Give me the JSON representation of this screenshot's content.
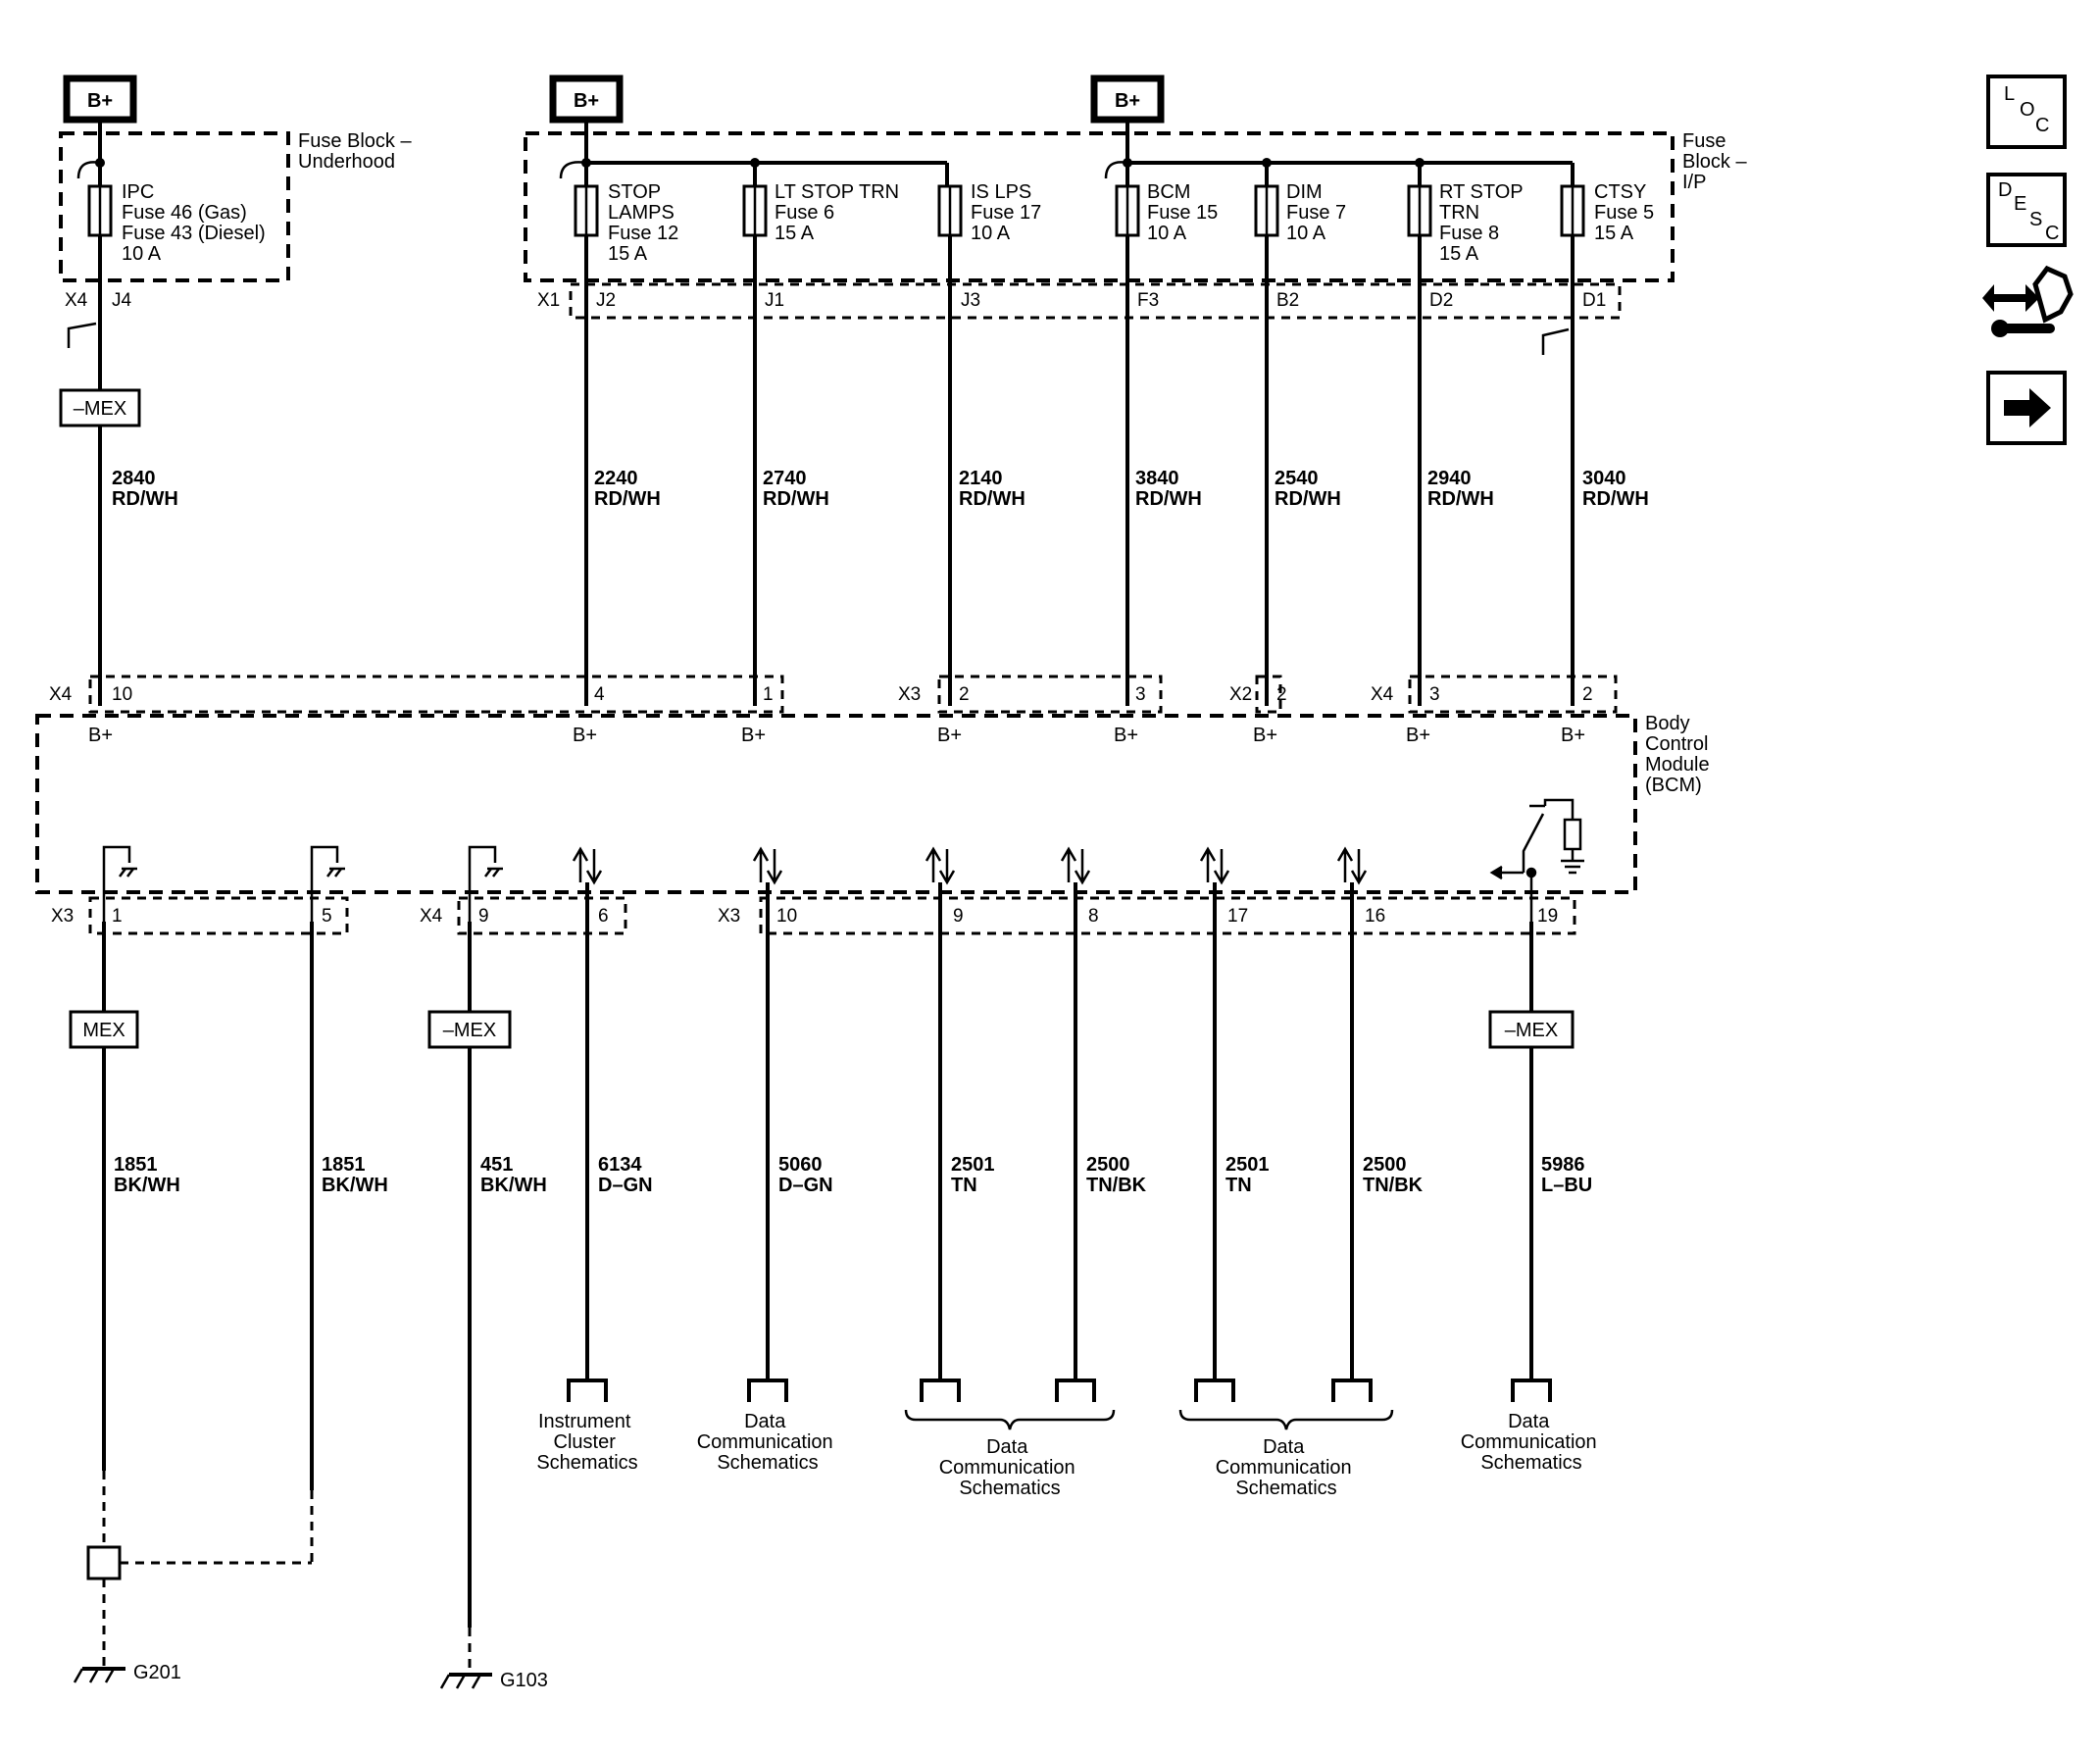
{
  "power_labels": {
    "bplus": "B+"
  },
  "fuse_blocks": {
    "underhood": [
      "Fuse Block –",
      "Underhood"
    ],
    "ip": [
      "Fuse",
      "Block –",
      "I/P"
    ]
  },
  "fuses": [
    {
      "id": "ipc",
      "lines": [
        "IPC",
        "Fuse 46 (Gas)",
        "Fuse 43 (Diesel)",
        "10 A"
      ],
      "conn": "X4",
      "pin": "J4",
      "circuit": "2840",
      "color": "RD/WH",
      "bcm_conn": "X4",
      "bcm_pin": "10"
    },
    {
      "id": "stop",
      "lines": [
        "STOP",
        "LAMPS",
        "Fuse 12",
        "15 A"
      ],
      "conn": "X1",
      "pin": "J2",
      "circuit": "2240",
      "color": "RD/WH",
      "bcm_pin": "4"
    },
    {
      "id": "ltstop",
      "lines": [
        "LT STOP TRN",
        "Fuse 6",
        "15 A"
      ],
      "pin": "J1",
      "circuit": "2740",
      "color": "RD/WH",
      "bcm_pin": "1"
    },
    {
      "id": "islps",
      "lines": [
        "IS LPS",
        "Fuse 17",
        "10 A"
      ],
      "pin": "J3",
      "circuit": "2140",
      "color": "RD/WH",
      "bcm_conn": "X3",
      "bcm_pin": "2"
    },
    {
      "id": "bcm",
      "lines": [
        "BCM",
        "Fuse 15",
        "10 A"
      ],
      "pin": "F3",
      "circuit": "3840",
      "color": "RD/WH",
      "bcm_pin": "3"
    },
    {
      "id": "dim",
      "lines": [
        "DIM",
        "Fuse 7",
        "10 A"
      ],
      "pin": "B2",
      "circuit": "2540",
      "color": "RD/WH",
      "bcm_conn": "X2",
      "bcm_pin": "2"
    },
    {
      "id": "rtstop",
      "lines": [
        "RT STOP",
        "TRN",
        "Fuse 8",
        "15 A"
      ],
      "pin": "D2",
      "circuit": "2940",
      "color": "RD/WH",
      "bcm_conn": "X4",
      "bcm_pin": "3"
    },
    {
      "id": "ctsy",
      "lines": [
        "CTSY",
        "Fuse 5",
        "15 A"
      ],
      "pin": "D1",
      "circuit": "3040",
      "color": "RD/WH",
      "bcm_pin": "2"
    }
  ],
  "mex_labels": {
    "not_mex": "–MEX",
    "mex": "MEX"
  },
  "bcm_label": [
    "Body",
    "Control",
    "Module",
    "(BCM)"
  ],
  "bottom_circuits": [
    {
      "conn": "X3",
      "pin": "1",
      "circuit": "1851",
      "color": "BK/WH"
    },
    {
      "pin": "5",
      "circuit": "1851",
      "color": "BK/WH"
    },
    {
      "conn": "X4",
      "pin": "9",
      "circuit": "451",
      "color": "BK/WH"
    },
    {
      "pin": "6",
      "circuit": "6134",
      "color": "D–GN"
    },
    {
      "conn": "X3",
      "pin": "10",
      "circuit": "5060",
      "color": "D–GN"
    },
    {
      "pin": "9",
      "circuit": "2501",
      "color": "TN"
    },
    {
      "pin": "8",
      "circuit": "2500",
      "color": "TN/BK"
    },
    {
      "pin": "17",
      "circuit": "2501",
      "color": "TN"
    },
    {
      "pin": "16",
      "circuit": "2500",
      "color": "TN/BK"
    },
    {
      "pin": "19",
      "circuit": "5986",
      "color": "L–BU"
    }
  ],
  "destinations": {
    "ipc": [
      "Instrument",
      "Cluster",
      "Schematics"
    ],
    "data1": [
      "Data",
      "Communication",
      "Schematics"
    ],
    "data2": [
      "Data",
      "Communication",
      "Schematics"
    ],
    "data3": [
      "Data",
      "Communication",
      "Schematics"
    ],
    "data4": [
      "Data",
      "Communication",
      "Schematics"
    ]
  },
  "grounds": {
    "g201": "G201",
    "g103": "G103"
  },
  "side_icons": {
    "loc": [
      "L",
      "O",
      "C"
    ],
    "desc": [
      "D",
      "E",
      "S",
      "C"
    ],
    "items": [
      "loc-icon",
      "desc-icon",
      "connector-wrench-icon",
      "arrow-right-icon"
    ]
  }
}
